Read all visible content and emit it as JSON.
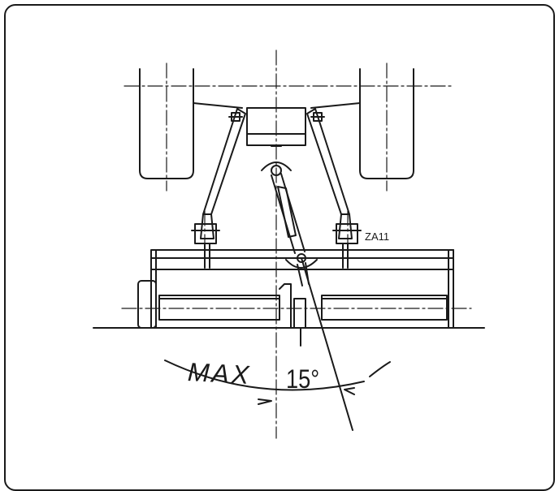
{
  "figure": {
    "code": "ZA11",
    "max_text": "MAX",
    "angle_text": "15°"
  },
  "colors": {
    "ink": "#1a1a1a",
    "background": "#ffffff"
  }
}
